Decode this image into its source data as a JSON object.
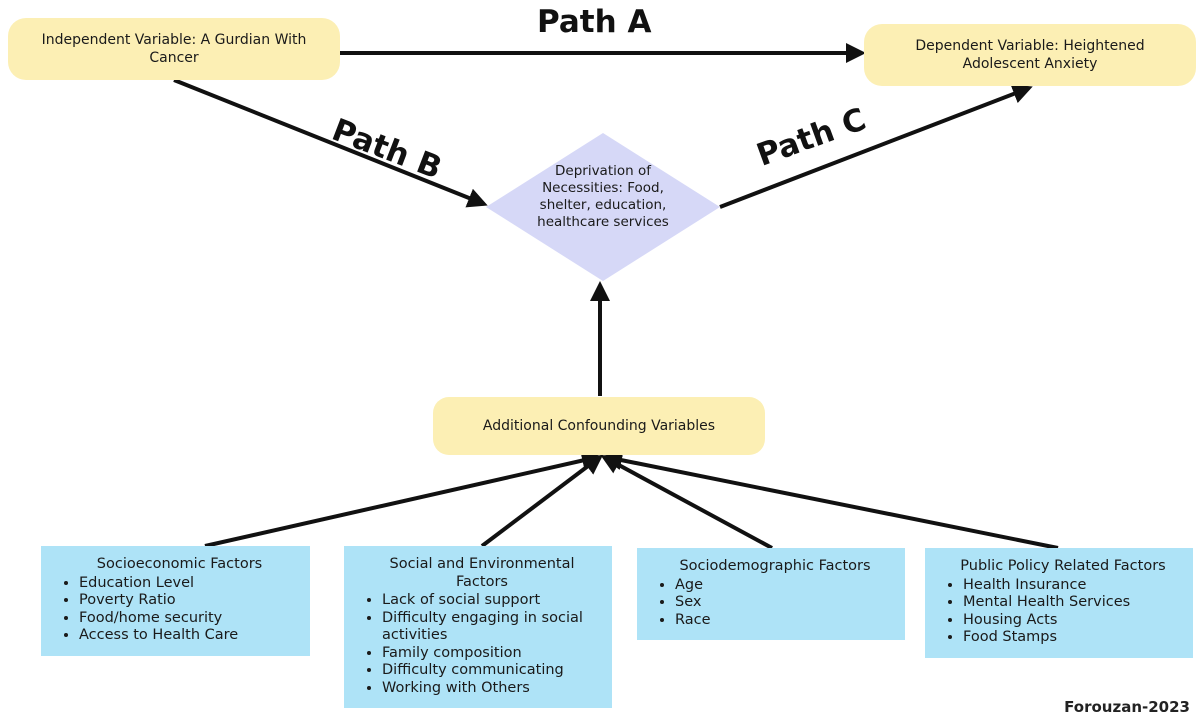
{
  "paths": {
    "a": "Path A",
    "b": "Path B",
    "c": "Path C"
  },
  "nodes": {
    "independent": "Independent Variable: A Gurdian With Cancer",
    "dependent": "Dependent Variable: Heightened Adolescent Anxiety",
    "deprivation": "Deprivation of Necessities: Food, shelter, education, healthcare services",
    "confounding": "Additional Confounding Variables"
  },
  "factors": [
    {
      "title": "Socioeconomic Factors",
      "items": [
        "Education Level",
        "Poverty Ratio",
        "Food/home security",
        "Access to Health Care"
      ]
    },
    {
      "title": "Social and Environmental Factors",
      "items": [
        "Lack of social support",
        "Difficulty engaging in social activities",
        "Family composition",
        "Difficulty communicating",
        "Working with Others"
      ]
    },
    {
      "title": "Sociodemographic Factors",
      "items": [
        "Age",
        "Sex",
        "Race"
      ]
    },
    {
      "title": "Public Policy Related Factors",
      "items": [
        "Health Insurance",
        "Mental Health Services",
        "Housing Acts",
        "Food Stamps"
      ]
    }
  ],
  "credit": "Forouzan-2023",
  "colors": {
    "yellow": "#fcefb4",
    "diamond": "#d6d8f7",
    "blue": "#aee3f7",
    "arrow": "#111111"
  }
}
